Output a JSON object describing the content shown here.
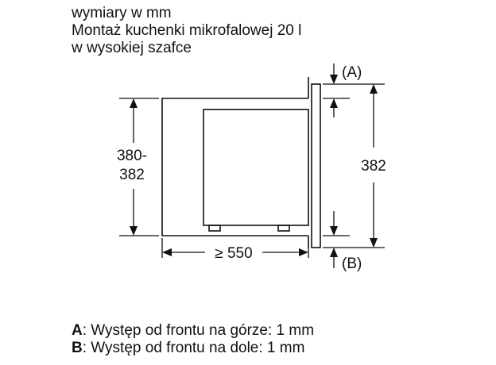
{
  "header": {
    "line1": "wymiary w mm",
    "line2": "Montaż kuchenki mikrofalowej 20 l",
    "line3": "w wysokiej szafce"
  },
  "dimensions": {
    "height_label_top": "380-",
    "height_label_bottom": "382",
    "depth_label": "≥ 550",
    "front_height_label": "382",
    "marker_a": "(A)",
    "marker_b": "(B)"
  },
  "legend": {
    "a_key": "A",
    "a_text": ": Występ od frontu na górze: 1 mm",
    "b_key": "B",
    "b_text": ": Występ od frontu na dole: 1 mm"
  },
  "colors": {
    "line": "#111111",
    "background": "#ffffff"
  }
}
